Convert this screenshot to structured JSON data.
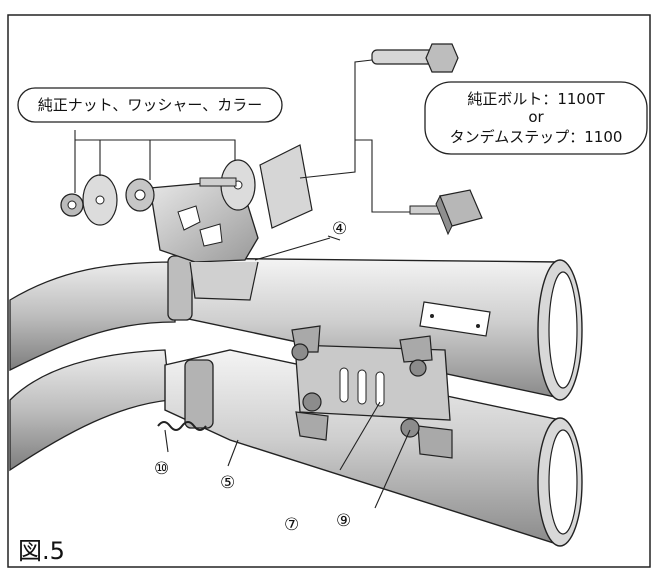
{
  "figure_label": "図.5",
  "callouts": {
    "oem_parts": "純正ナット、ワッシャー、カラー",
    "bolt_line1": "純正ボルト：1100T",
    "bolt_line2": "or",
    "bolt_line3": "タンデムステップ：1100"
  },
  "part_numbers": {
    "p4": "④",
    "p5": "⑤",
    "p7": "⑦",
    "p9": "⑨",
    "p10": "⑩"
  }
}
